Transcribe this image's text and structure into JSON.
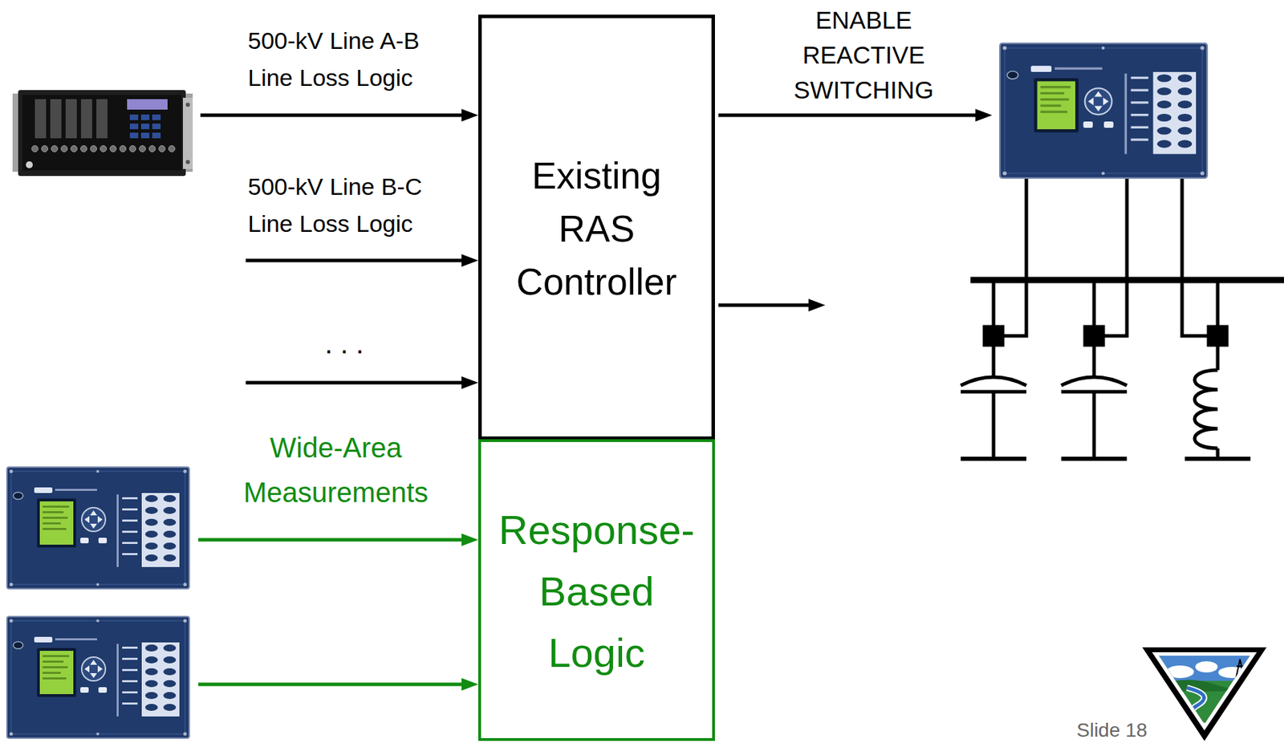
{
  "diagram": {
    "nodes": [
      {
        "text": [
          "Existing RAS Controller"
        ]
      },
      {
        "text": [
          "Response-Based Logic"
        ]
      }
    ],
    "labels": [
      "500-kV Line A-B Line Loss Logic",
      "500-kV Line B-C Line Loss Logic",
      ". . .",
      "Wide-Area Measurements",
      "ENABLE REACTIVE SWITCHING",
      "Slide 18"
    ]
  }
}
